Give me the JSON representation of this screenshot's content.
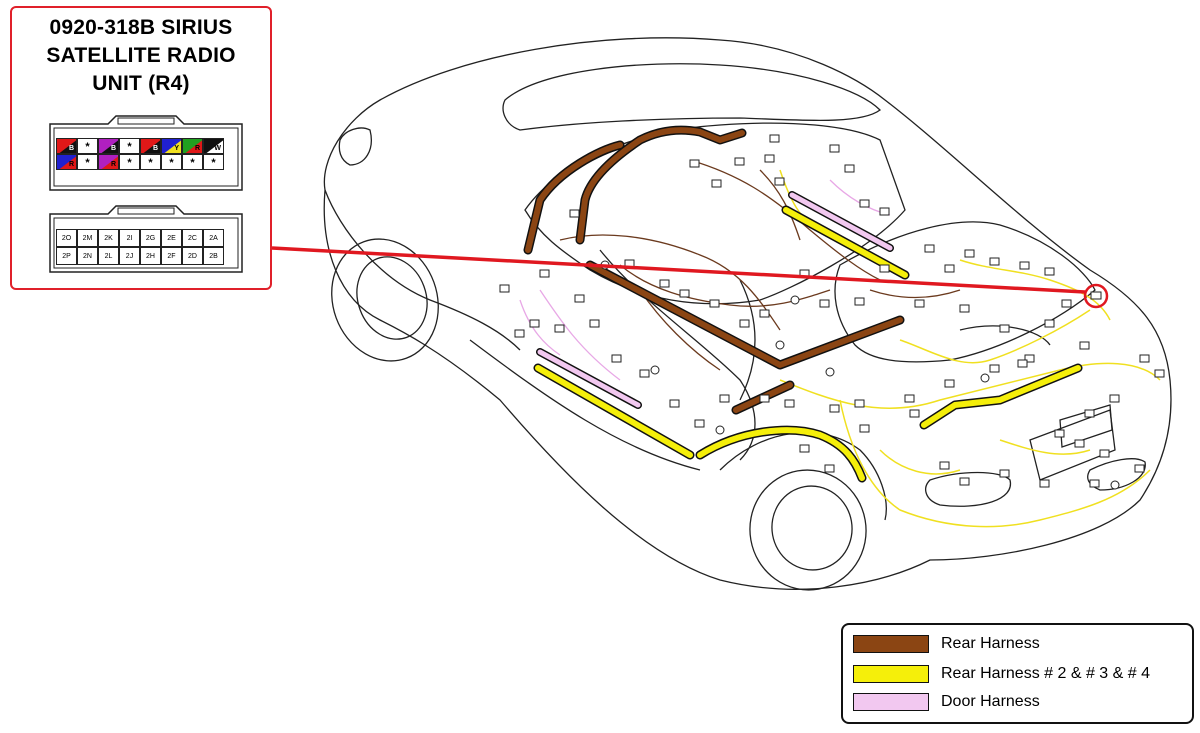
{
  "connector": {
    "title_lines": [
      "0920-318B  SIRIUS",
      "SATELLITE RADIO",
      "UNIT (R4)"
    ],
    "top_connector": {
      "row1": [
        {
          "kind": "wire",
          "colors": [
            "#e01818",
            "#111111"
          ],
          "label": "B"
        },
        {
          "kind": "star"
        },
        {
          "kind": "wire",
          "colors": [
            "#b020c0",
            "#111111"
          ],
          "label": "B"
        },
        {
          "kind": "star"
        },
        {
          "kind": "wire",
          "colors": [
            "#e01818",
            "#111111"
          ],
          "label": "B"
        },
        {
          "kind": "wire",
          "colors": [
            "#2020d0",
            "#f0e020"
          ],
          "label": "Y"
        },
        {
          "kind": "wire",
          "colors": [
            "#20a020",
            "#e01818"
          ],
          "label": "R"
        },
        {
          "kind": "wire",
          "colors": [
            "#111111",
            "#ffffff"
          ],
          "label": "W"
        }
      ],
      "row2": [
        {
          "kind": "wire",
          "colors": [
            "#2020d0",
            "#e01818"
          ],
          "label": "R"
        },
        {
          "kind": "star"
        },
        {
          "kind": "wire",
          "colors": [
            "#b020c0",
            "#e01818"
          ],
          "label": "R"
        },
        {
          "kind": "star"
        },
        {
          "kind": "star"
        },
        {
          "kind": "star"
        },
        {
          "kind": "star"
        },
        {
          "kind": "star"
        }
      ]
    },
    "bottom_connector": {
      "row1": [
        "2O",
        "2M",
        "2K",
        "2I",
        "2G",
        "2E",
        "2C",
        "2A"
      ],
      "row2": [
        "2P",
        "2N",
        "2L",
        "2J",
        "2H",
        "2F",
        "2D",
        "2B"
      ]
    }
  },
  "legend": [
    {
      "label": "Rear Harness",
      "color": "#8b4513"
    },
    {
      "label": "Rear Harness # 2 & # 3 & # 4",
      "color": "#f5ef0a"
    },
    {
      "label": "Door Harness",
      "color": "#f2c8f0"
    }
  ],
  "colors": {
    "pointer": "#e01820",
    "outline": "#222222",
    "brown": "#8b4513",
    "yellow": "#f5ef0a",
    "pink": "#f2c8f0"
  }
}
